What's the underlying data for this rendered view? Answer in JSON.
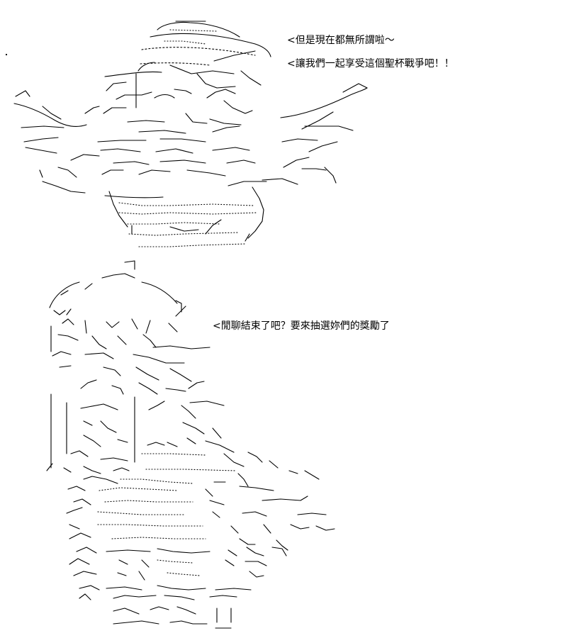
{
  "dialogue": {
    "top_speaker": {
      "line_1": "<但是現在都無所謂啦～",
      "line_2": "<讓我們一起享受這個聖杯戰爭吧！！"
    },
    "bottom_speaker": {
      "line_1": "<閒聊結束了吧？要來抽選妳們的獎勵了"
    }
  },
  "art": {
    "top_figure": "ascii-art-character-with-hat-raising-arms",
    "bottom_figure": "ascii-art-character-with-long-hair"
  },
  "colors": {
    "background": "#ffffff",
    "ink": "#000000"
  }
}
